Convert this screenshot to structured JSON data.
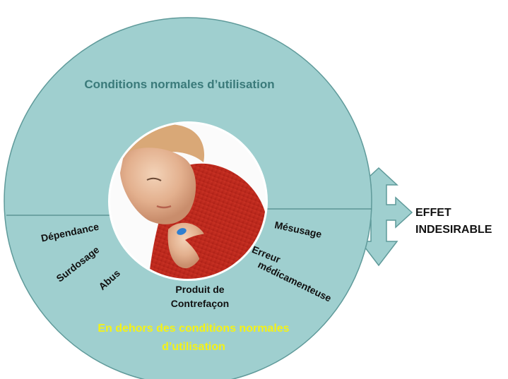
{
  "top_region": {
    "title": "Conditions normales d’utilisation"
  },
  "bottom_region": {
    "title_line1": "En dehors des conditions normales",
    "title_line2": "d’utilisation"
  },
  "misuse_labels": {
    "dependance": "Dépendance",
    "surdosage": "Surdosage",
    "abus": "Abus",
    "produit_line1": "Produit de",
    "produit_line2": "Contrefaçon",
    "mesusage": "Mésusage",
    "erreur_line1": "Erreur",
    "erreur_line2": "médicamenteuse"
  },
  "outcome": {
    "line1": "EFFET",
    "line2": "INDESIRABLE"
  },
  "colors": {
    "ring_fill": "#9fcfcf",
    "ring_stroke": "#5f9a9a",
    "title_top": "#3a7a7a",
    "title_bottom": "#f4f216",
    "label_dark": "#111111"
  }
}
